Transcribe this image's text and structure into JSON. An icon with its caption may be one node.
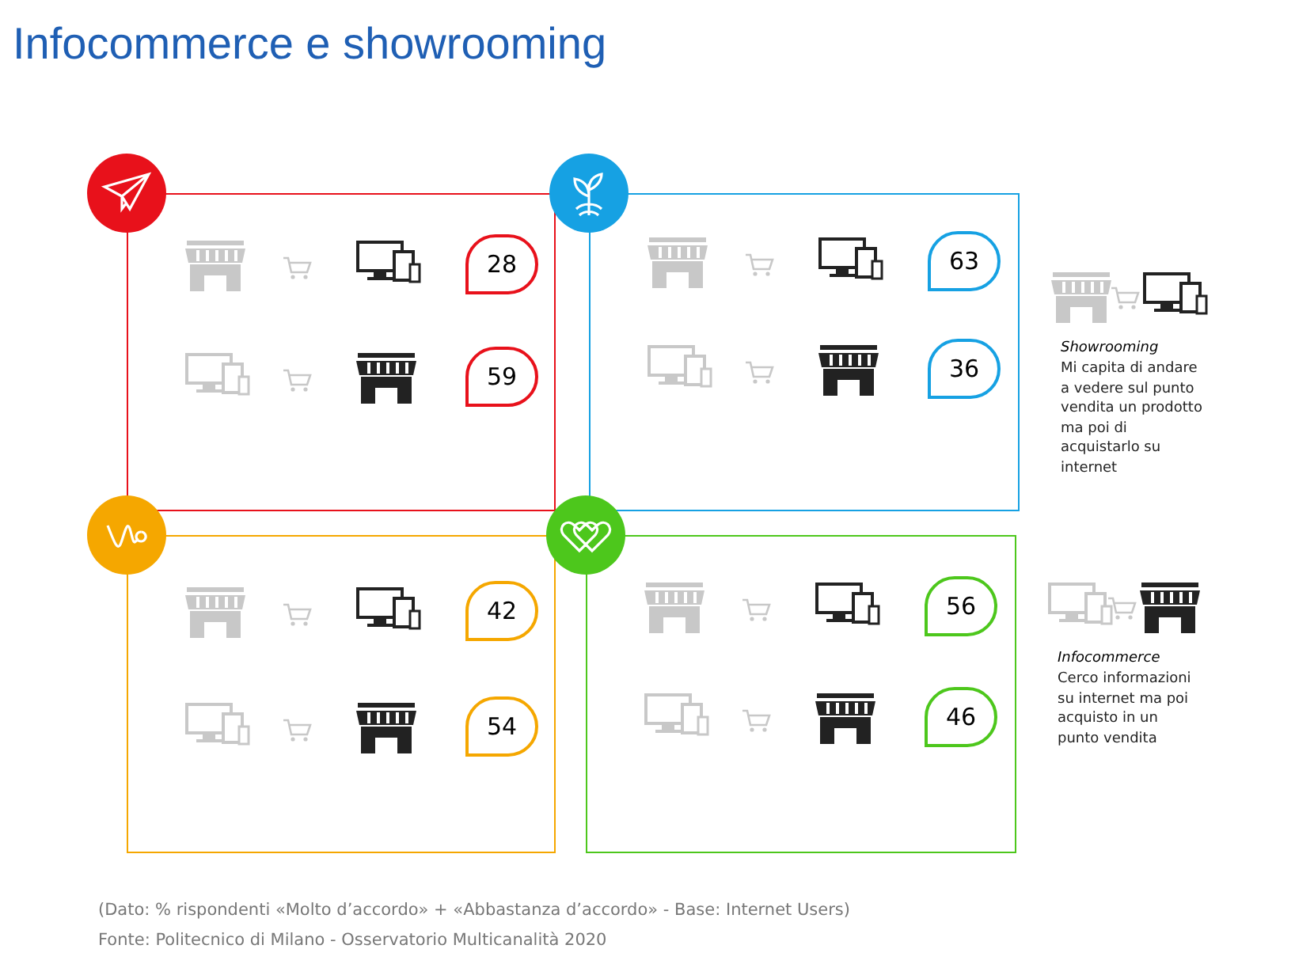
{
  "diagram": {
    "title": "Infocommerce e showrooming",
    "nodes": [
      {
        "text": [],
        "shape": "box"
      },
      {
        "text": [
          "28"
        ],
        "in": 0
      },
      {
        "text": [
          "59"
        ],
        "in": 0
      },
      {
        "text": [],
        "shape": "box"
      },
      {
        "text": [
          "63"
        ],
        "in": 3
      },
      {
        "text": [
          "36"
        ],
        "in": 3
      },
      {
        "text": [],
        "shape": "box"
      },
      {
        "text": [
          "42"
        ],
        "in": 6
      },
      {
        "text": [
          "54"
        ],
        "in": 6
      },
      {
        "text": [],
        "shape": "box"
      },
      {
        "text": [
          "56"
        ],
        "in": 9
      },
      {
        "text": [
          "46"
        ],
        "in": 9
      }
    ],
    "labels": [
      "Showrooming",
      "Mi capita di andare a vedere sul punto vendita un prodotto ma poi di acquistarlo su internet",
      "Infocommerce",
      "Cerco informazioni su internet ma poi acquisto in un punto vendita",
      "(Dato: % rispondenti «Molto d’accordo» + «Abbastanza d’accordo» - Base: Internet Users)",
      "Fonte: Politecnico di Milano - Osservatorio Multicanalità 2020"
    ]
  }
}
